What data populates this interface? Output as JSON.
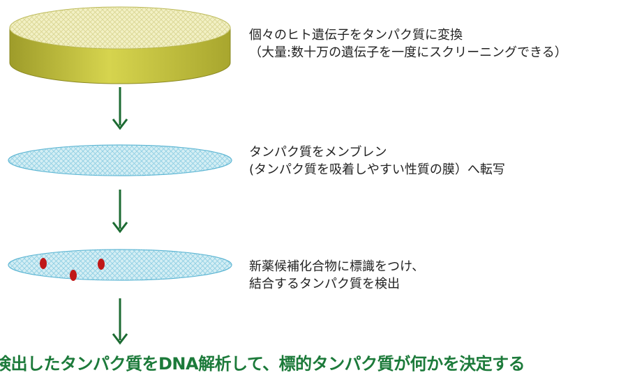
{
  "steps": [
    {
      "id": "plate",
      "lines": [
        "個々のヒト遺伝子をタンパク質に変換",
        "（大量:数十万の遺伝子を一度にスクリーニングできる）"
      ]
    },
    {
      "id": "membrane",
      "lines": [
        "タンパク質をメンブレン",
        "(タンパク質を吸着しやすい性質の膜）へ転写"
      ]
    },
    {
      "id": "labeled",
      "lines": [
        "新薬候補化合物に標識をつけ、",
        "結合するタンパク質を検出"
      ]
    }
  ],
  "conclusion": "検出したタンパク質をDNA解析して、標的タンパク質が何かを決定する",
  "colors": {
    "plate_top": "#f2f0c4",
    "plate_side": "#c8c83c",
    "membrane_fill": "#d4eef4",
    "membrane_stroke": "#5ab4d2",
    "spot": "#c01818",
    "arrow": "#1c6b32",
    "conclusion_text": "#1c7a3a"
  }
}
